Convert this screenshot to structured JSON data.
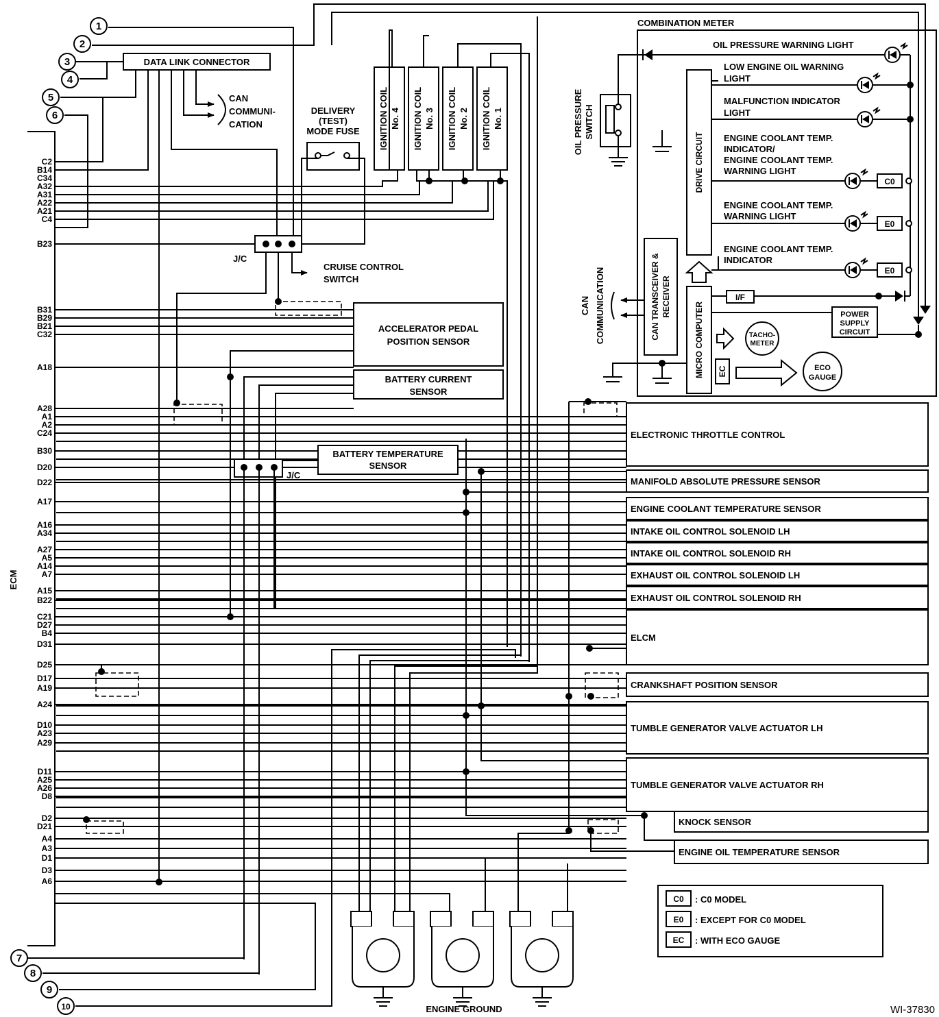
{
  "page": {
    "watermark_code": "WI-37830"
  },
  "ecm": {
    "title": "ECM",
    "pins": [
      "C2",
      "B14",
      "C34",
      "A32",
      "A31",
      "A22",
      "A21",
      "C4",
      "B23",
      "B31",
      "B29",
      "B21",
      "C32",
      "A18",
      "A28",
      "A1",
      "A2",
      "C24",
      "B30",
      "D20",
      "D22",
      "A17",
      "A16",
      "A34",
      "A27",
      "A5",
      "A14",
      "A7",
      "A15",
      "B22",
      "C21",
      "D27",
      "B4",
      "D31",
      "D25",
      "D17",
      "A19",
      "A24",
      "D10",
      "A23",
      "A29",
      "D11",
      "A25",
      "A26",
      "D8",
      "D2",
      "D21",
      "A4",
      "A3",
      "D1",
      "D3",
      "A6"
    ]
  },
  "connectors": {
    "numbered_left_top": [
      "1",
      "2",
      "3",
      "4",
      "5",
      "6"
    ],
    "numbered_left_bottom": [
      "7",
      "8",
      "9",
      "10"
    ]
  },
  "data_link_connector": {
    "label": "DATA LINK CONNECTOR"
  },
  "can_communication_left": {
    "lines": [
      "CAN",
      "COMMUNI-",
      "CATION"
    ]
  },
  "delivery_fuse": {
    "lines": [
      "DELIVERY",
      "(TEST)",
      "MODE FUSE"
    ]
  },
  "ignition_coils": [
    {
      "lines": [
        "IGNITION COIL",
        "No. 4"
      ]
    },
    {
      "lines": [
        "IGNITION COIL",
        "No. 3"
      ]
    },
    {
      "lines": [
        "IGNITION COIL",
        "No. 2"
      ]
    },
    {
      "lines": [
        "IGNITION COIL",
        "No. 1"
      ]
    }
  ],
  "jc_label": "J/C",
  "cruise_control": {
    "lines": [
      "CRUISE CONTROL",
      "SWITCH"
    ]
  },
  "accelerator_pedal": {
    "lines": [
      "ACCELERATOR PEDAL",
      "POSITION SENSOR"
    ]
  },
  "battery_current": {
    "lines": [
      "BATTERY CURRENT",
      "SENSOR"
    ]
  },
  "battery_temp": {
    "lines": [
      "BATTERY TEMPERATURE",
      "SENSOR"
    ]
  },
  "right_components": [
    {
      "label": "ELECTRONIC THROTTLE CONTROL"
    },
    {
      "label": "MANIFOLD ABSOLUTE PRESSURE SENSOR"
    },
    {
      "label": "ENGINE COOLANT TEMPERATURE SENSOR"
    },
    {
      "label": "INTAKE OIL CONTROL SOLENOID LH"
    },
    {
      "label": "INTAKE OIL CONTROL SOLENOID RH"
    },
    {
      "label": "EXHAUST OIL CONTROL SOLENOID LH"
    },
    {
      "label": "EXHAUST OIL CONTROL SOLENOID RH"
    },
    {
      "label": "ELCM"
    },
    {
      "label": "CRANKSHAFT POSITION SENSOR"
    },
    {
      "label": "TUMBLE GENERATOR VALVE ACTUATOR LH"
    },
    {
      "label": "TUMBLE GENERATOR VALVE ACTUATOR RH"
    },
    {
      "label": "KNOCK SENSOR"
    },
    {
      "label": "ENGINE OIL TEMPERATURE SENSOR"
    }
  ],
  "combination_meter": {
    "title": "COMBINATION METER",
    "oil_pressure_switch": {
      "lines": [
        "OIL PRESSURE",
        "SWITCH"
      ]
    },
    "lights": [
      {
        "lines": [
          "OIL PRESSURE WARNING LIGHT"
        ]
      },
      {
        "lines": [
          "LOW ENGINE OIL WARNING",
          "LIGHT"
        ]
      },
      {
        "lines": [
          "MALFUNCTION INDICATOR",
          "LIGHT"
        ]
      },
      {
        "lines": [
          "ENGINE COOLANT TEMP.",
          "INDICATOR/",
          "ENGINE COOLANT TEMP.",
          "WARNING LIGHT"
        ],
        "code": "C0"
      },
      {
        "lines": [
          "ENGINE COOLANT TEMP.",
          "WARNING LIGHT"
        ],
        "code": "E0"
      },
      {
        "lines": [
          "ENGINE COOLANT TEMP.",
          "INDICATOR"
        ],
        "code": "E0"
      }
    ],
    "drive_circuit": "DRIVE CIRCUIT",
    "can_transceiver": {
      "lines": [
        "CAN TRANSCEIVER &",
        "RECEIVER"
      ]
    },
    "micro_computer": "MICRO COMPUTER",
    "can_communication": {
      "lines": [
        "CAN",
        "COMMUNICATION"
      ]
    },
    "if_label": "I/F",
    "power_supply": {
      "lines": [
        "POWER",
        "SUPPLY",
        "CIRCUIT"
      ]
    },
    "tachometer": {
      "lines": [
        "TACHO-",
        "METER"
      ]
    },
    "ec_label": "EC",
    "eco_gauge": {
      "lines": [
        "ECO",
        "GAUGE"
      ]
    }
  },
  "legend": [
    {
      "code": "C0",
      "text": ": C0 MODEL"
    },
    {
      "code": "E0",
      "text": ": EXCEPT FOR C0 MODEL"
    },
    {
      "code": "EC",
      "text": ": WITH ECO GAUGE"
    }
  ],
  "engine_ground": "ENGINE GROUND"
}
